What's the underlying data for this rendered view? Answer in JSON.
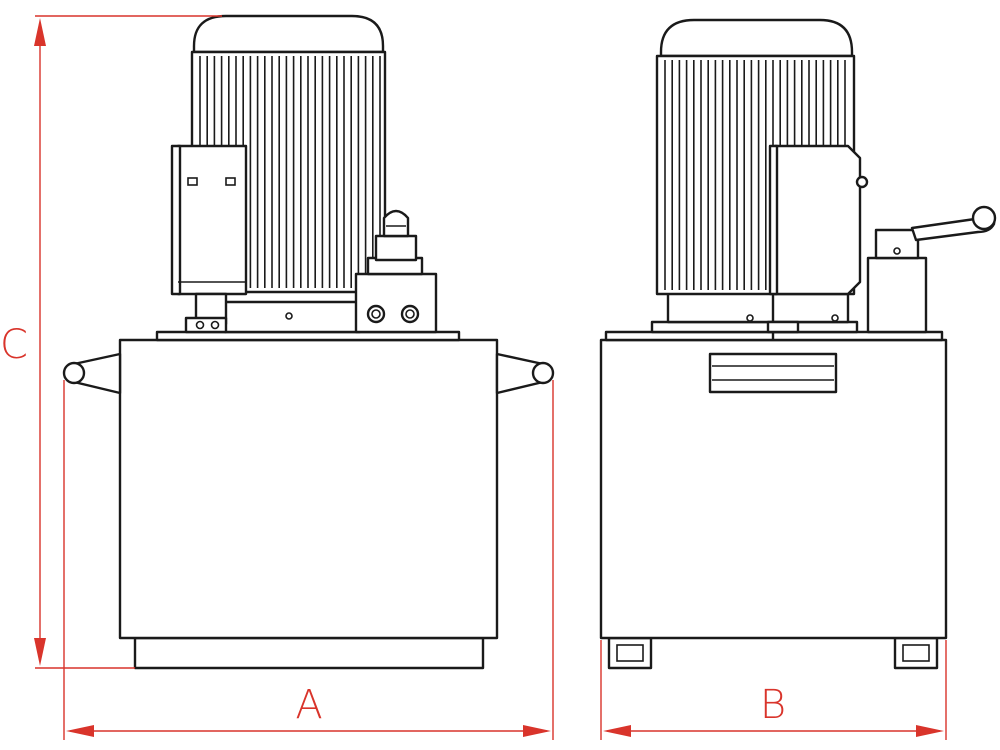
{
  "dimensions": {
    "width_label": "A",
    "depth_label": "B",
    "height_label": "C"
  },
  "colors": {
    "outline": "#1a1a1a",
    "dimension": "#d9342b",
    "background": "#ffffff"
  }
}
